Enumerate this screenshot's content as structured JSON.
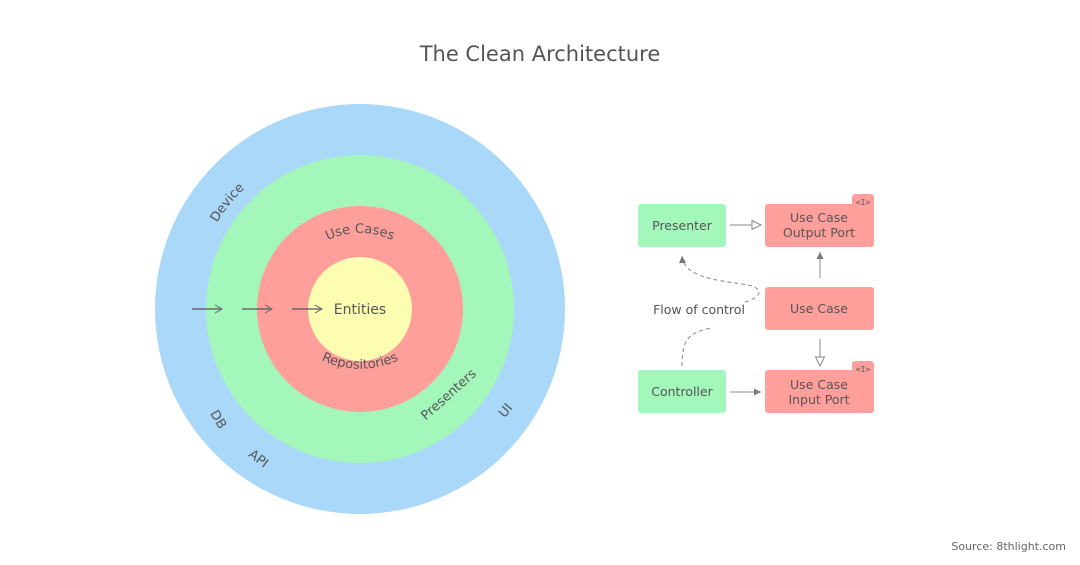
{
  "title": "The Clean Architecture",
  "colors": {
    "outer_ring": "#a9d8f8",
    "middle_ring": "#a3f7bb",
    "inner_ring": "#ff9f9b",
    "core": "#fdfdb2",
    "green_box": "#a3f7bb",
    "red_box": "#ff9f9b",
    "text": "#555555",
    "arrow": "#777777"
  },
  "circle": {
    "outer_labels": {
      "device": "Device",
      "db": "DB",
      "api": "API",
      "ui": "UI"
    },
    "middle_label": "Presenters",
    "inner_labels": {
      "use_cases": "Use Cases",
      "repositories": "Repositories"
    },
    "core_label": "Entities"
  },
  "flow": {
    "presenter": "Presenter",
    "controller": "Controller",
    "use_case": "Use Case",
    "output_port": [
      "Use Case",
      "Output Port"
    ],
    "input_port": [
      "Use Case",
      "Input Port"
    ],
    "interface_tag": "<I>",
    "flow_of_control": "Flow of control"
  },
  "source": "Source: 8thlight.com"
}
